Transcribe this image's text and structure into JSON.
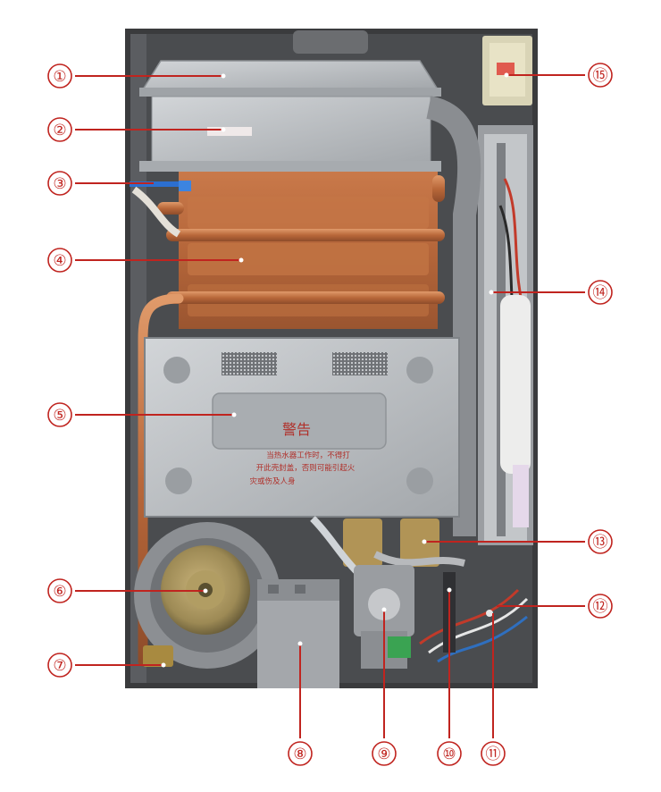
{
  "warning_label": {
    "title": "警告",
    "lines": [
      "当热水器工作时，不得打",
      "开此壳封盖，否则可能引起火",
      "灾或伤及人身"
    ]
  },
  "callouts": [
    {
      "number": "①"
    },
    {
      "number": "②"
    },
    {
      "number": "③"
    },
    {
      "number": "④"
    },
    {
      "number": "⑤"
    },
    {
      "number": "⑥"
    },
    {
      "number": "⑦"
    },
    {
      "number": "⑧"
    },
    {
      "number": "⑨"
    },
    {
      "number": "⑩"
    },
    {
      "number": "⑪"
    },
    {
      "number": "⑫"
    },
    {
      "number": "⑬"
    },
    {
      "number": "⑭"
    },
    {
      "number": "⑮"
    }
  ],
  "colors": {
    "callout": "#c0241f",
    "copper": "#b86a3a",
    "steel": "#b9bcc0",
    "cabinet": "#3a3b3d"
  }
}
